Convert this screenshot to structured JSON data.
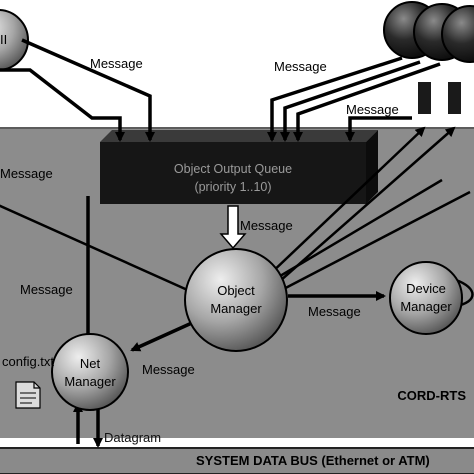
{
  "diagram": {
    "queue": {
      "title": "Object Output Queue",
      "subtitle": "(priority 1..10)"
    },
    "object_manager": {
      "line1": "Object",
      "line2": "Manager"
    },
    "device_manager": {
      "line1": "Device",
      "line2": "Manager"
    },
    "net_manager": {
      "line1": "Net",
      "line2": "Manager"
    },
    "top_left_node": {
      "label": "II"
    },
    "config_file": "config.txt",
    "region_label": "CORD-RTS",
    "bus_label": "SYSTEM DATA BUS (Ethernet  or ATM)",
    "labels": {
      "message_top_left": "Message",
      "message_top_right": "Message",
      "message_devices": "Message",
      "message_left_mid": "Message",
      "message_queue_down": "Message",
      "message_left_low": "Message",
      "message_om_to_dm": "Message",
      "message_om_to_nm": "Message",
      "datagram": "Datagram"
    }
  },
  "colors": {
    "panel": "#8c8c8c",
    "queue": "#161616",
    "bus": "#8a8a8a",
    "node": "#9b9b9b",
    "device_node": "#2a2a2a"
  }
}
